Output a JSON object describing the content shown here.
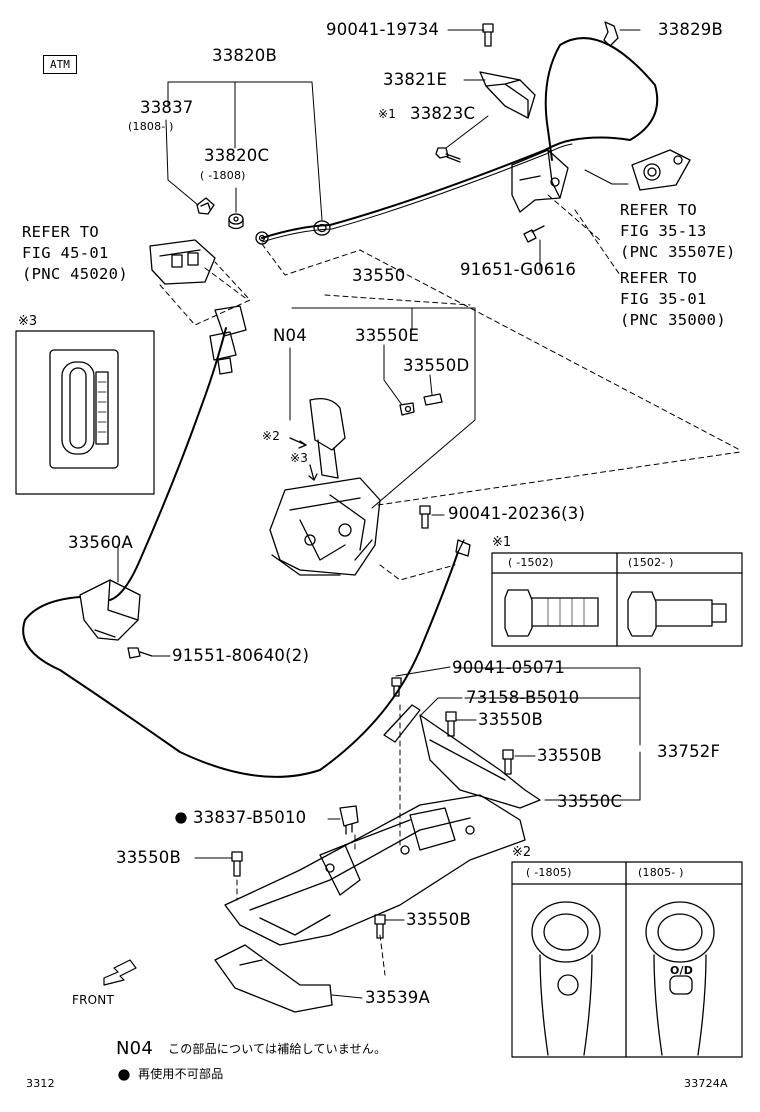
{
  "header": {
    "atm_badge": "ATM"
  },
  "parts": {
    "p90041_19734": "90041-19734",
    "p33829B": "33829B",
    "p33820B": "33820B",
    "p33821E": "33821E",
    "p33837": "33837",
    "p33837_range": "(1808-      )",
    "p33823C_mark": "※1",
    "p33823C": "33823C",
    "p33820C": "33820C",
    "p33820C_range": "(      -1808)",
    "p91651": "91651-G0616",
    "p33550": "33550",
    "n04_label": "N04",
    "p33550E": "33550E",
    "p33550D": "33550D",
    "mark2": "※2",
    "mark3": "※3",
    "p90041_20236": "90041-20236(3)",
    "p33560A": "33560A",
    "p91551": "91551-80640(2)",
    "p90041_05071": "90041-05071",
    "p73158": "73158-B5010",
    "p33550B_a": "33550B",
    "p33550B_b": "33550B",
    "p33752F": "33752F",
    "p33550C": "33550C",
    "p33837_B5010": "33837-B5010",
    "p33550B_c": "33550B",
    "p33550B_d": "33550B",
    "p33539A": "33539A"
  },
  "refs": {
    "ref_45": "REFER TO\nFIG 45-01\n(PNC 45020)",
    "ref_35_13": "REFER TO\nFIG 35-13\n(PNC 35507E)",
    "ref_35_01": "REFER TO\nFIG 35-01\n(PNC 35000)"
  },
  "insets": {
    "inset3_mark": "※3",
    "inset1_mark": "※1",
    "inset1_col1": "(      -1502)",
    "inset1_col2": "(1502-      )",
    "inset2_mark": "※2",
    "inset2_col1": "(      -1805)",
    "inset2_col2": "(1805-      )",
    "od_label": "O/D"
  },
  "front_label": "FRONT",
  "legend": {
    "n04_code": "N04",
    "n04_text": "この部品については補給していません。",
    "dot_text": "再使用不可部品"
  },
  "footer": {
    "left_code": "3312",
    "right_code": "33724A"
  },
  "colors": {
    "ink": "#000000",
    "paper": "#ffffff"
  }
}
